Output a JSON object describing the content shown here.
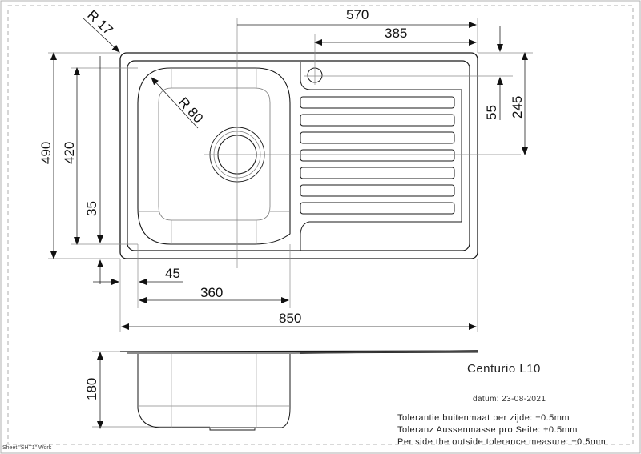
{
  "drawing": {
    "product_name": "Centurio L10",
    "date_label": "datum: 23-08-2021",
    "sheet_label": "Sheet \"SHT1\" Work",
    "tolerances": [
      "Tolerantie buitenmaat per zijde: ±0.5mm",
      "Toleranz Aussenmasse pro Seite: ±0.5mm",
      "Per side the outside tolerance measure: ±0.5mm"
    ]
  },
  "dimensions": {
    "corner_radius": "R 17",
    "bowl_radius": "R 80",
    "total_width": "850",
    "drainer_to_center": "570",
    "drainer_width": "385",
    "tap_hole_offset": "55",
    "drain_center_offset": "245",
    "total_depth": "490",
    "bowl_outer_depth": "420",
    "bowl_margin_bottom": "35",
    "bowl_margin_left": "45",
    "bowl_width": "360",
    "bowl_height": "180"
  },
  "colors": {
    "line": "#1a1a1a",
    "thin_line": "#888888",
    "border": "#9a9a9a"
  }
}
